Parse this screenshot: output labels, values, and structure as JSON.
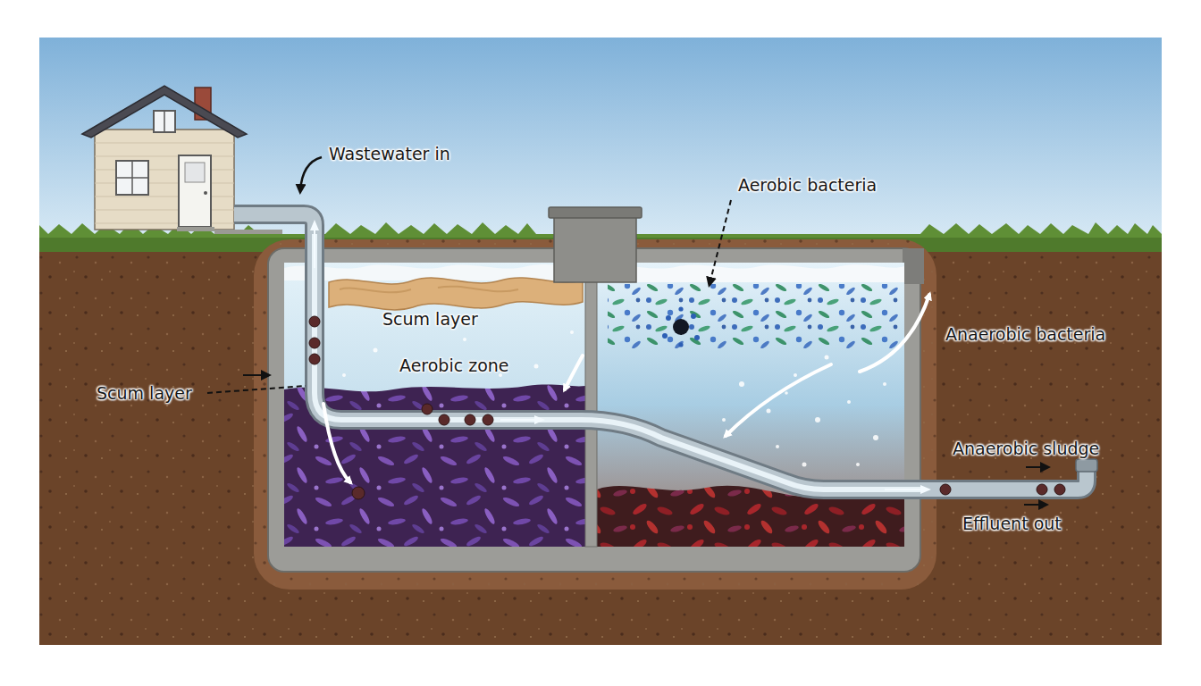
{
  "diagram": {
    "labels": [
      "Wastewater in",
      "Aerobic bacteria",
      "Scum layer",
      "Aerobic zone",
      "Anaerobic bacteria",
      "Scum layer",
      "Anaerobic sludge",
      "Effluent out"
    ]
  }
}
